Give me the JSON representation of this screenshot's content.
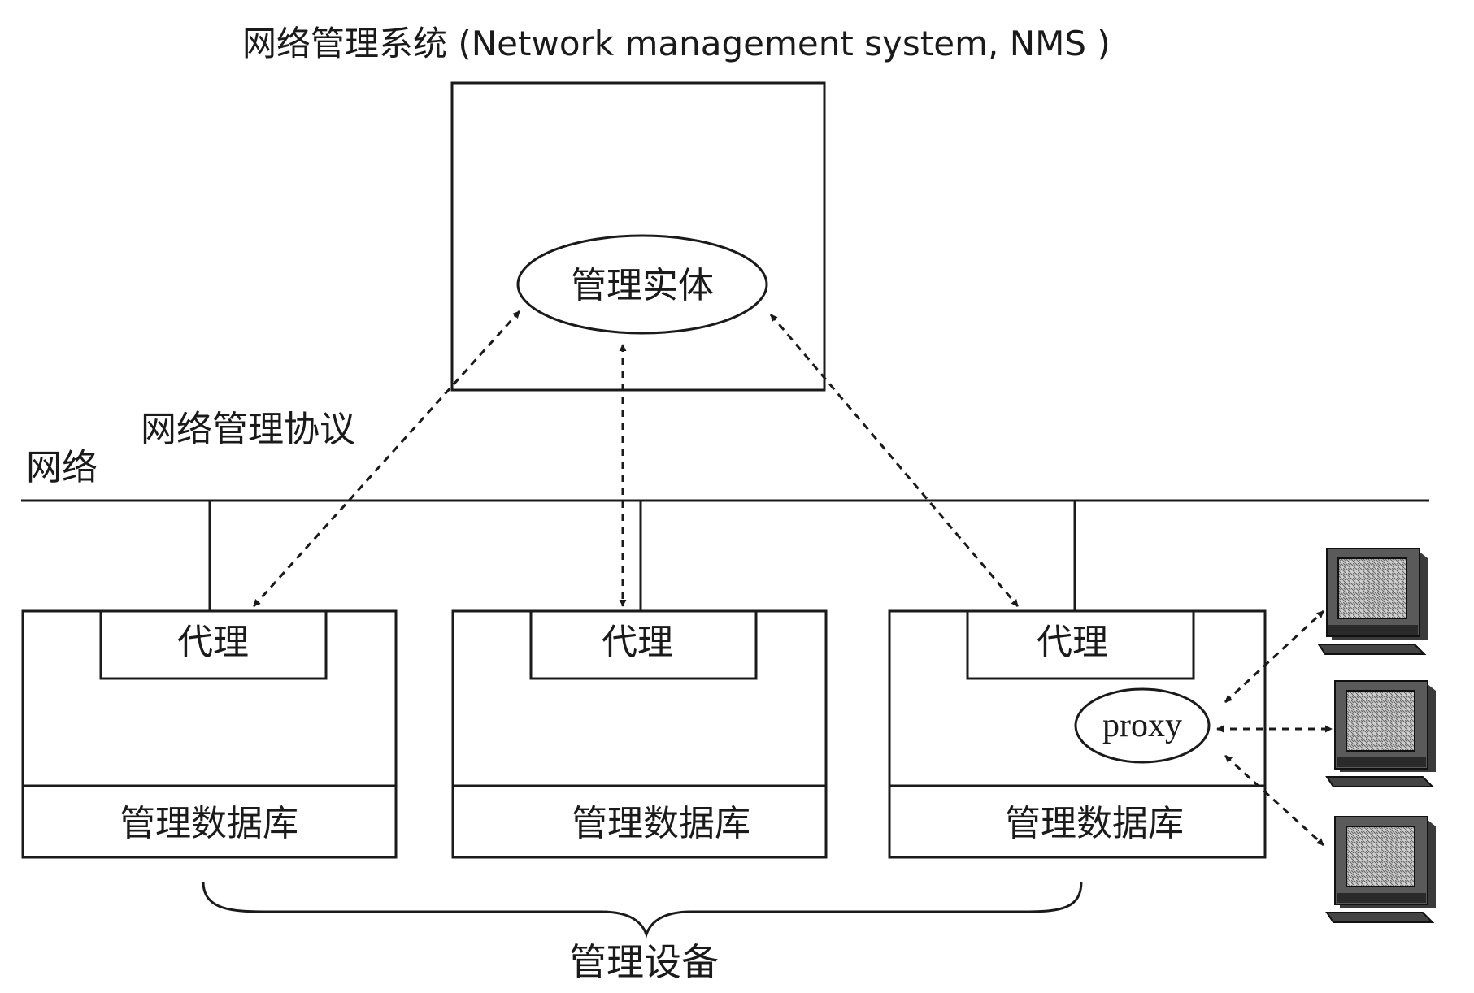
{
  "title": "网络管理系统 (Network management system, NMS )",
  "management_entity": "管理实体",
  "protocol_label": "网络管理协议",
  "network_label": "网络",
  "devices": [
    {
      "agent": "代理",
      "mib": "管理数据库"
    },
    {
      "agent": "代理",
      "mib": "管理数据库"
    },
    {
      "agent": "代理",
      "mib": "管理数据库",
      "proxy": "proxy"
    }
  ],
  "managed_devices_label": "管理设备",
  "icons": [
    "computer-icon",
    "computer-icon",
    "computer-icon"
  ]
}
